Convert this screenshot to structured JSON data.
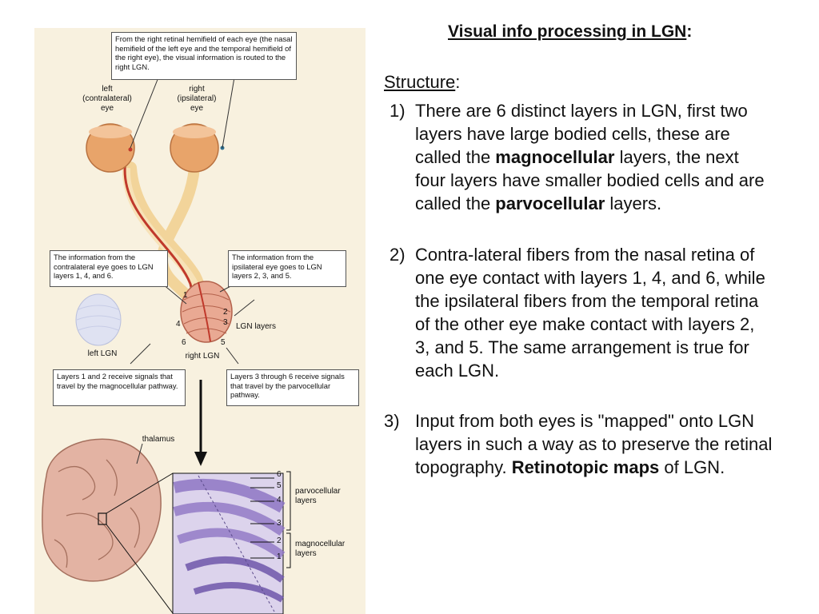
{
  "title": {
    "text": "Visual info processing in LGN",
    "suffix": ":"
  },
  "structure": {
    "label": "Structure",
    "suffix": ":"
  },
  "items": [
    {
      "num": "1)",
      "text_a": "There are 6 distinct layers in LGN, first two layers have large bodied cells, these are called the ",
      "bold_a": "magnocellular",
      "text_b": " layers, the next four layers have smaller bodied cells and are called the ",
      "bold_b": "parvocellular",
      "text_c": " layers."
    },
    {
      "num": "2)",
      "text_a": "Contra-lateral fibers from the nasal retina of one eye contact with layers 1, 4, and 6, while the ipsilateral fibers from the temporal retina of the other eye make contact with layers 2, 3, and 5. The same arrangement is true for each LGN."
    },
    {
      "num": "3)",
      "text_a": "Input from both eyes is \"mapped\" onto LGN layers in such a way as to preserve the retinal topography. ",
      "bold_a": "Retinotopic maps",
      "text_b": " of LGN."
    }
  ],
  "figure": {
    "callout_top": "From the right retinal hemifield of each eye (the nasal hemifield of the left eye and the temporal hemifield of the right eye), the visual information is routed to the right LGN.",
    "left_eye": "left\n(contralateral)\neye",
    "right_eye": "right\n(ipsilateral)\neye",
    "callout_contra": "The information from the contralateral eye goes to LGN layers 1, 4, and 6.",
    "callout_ipsi": "The information from the ipsilateral eye goes to LGN layers 2, 3, and 5.",
    "lgn_layers_label": "LGN layers",
    "left_lgn": "left LGN",
    "right_lgn": "right LGN",
    "callout_magno": "Layers 1 and 2 receive signals that travel by the magnocellular pathway.",
    "callout_parvo": "Layers 3 through 6 receive signals that travel by the parvocellular pathway.",
    "thalamus": "thalamus",
    "parvo_label": "parvocellular\nlayers",
    "magno_label": "magnocellular\nlayers",
    "lgn_numbers": [
      "1",
      "2",
      "3",
      "4",
      "5",
      "6"
    ],
    "section_numbers": [
      "6",
      "5",
      "4",
      "3",
      "2",
      "1"
    ]
  },
  "colors": {
    "figure_bg": "#f8f1df",
    "nerve": "#f2d49a",
    "fiber": "#c0392b",
    "eye": "#e8a46a",
    "lgn": "#e9a993",
    "brain": "#e3b3a3",
    "histology": "#8e75c4"
  }
}
